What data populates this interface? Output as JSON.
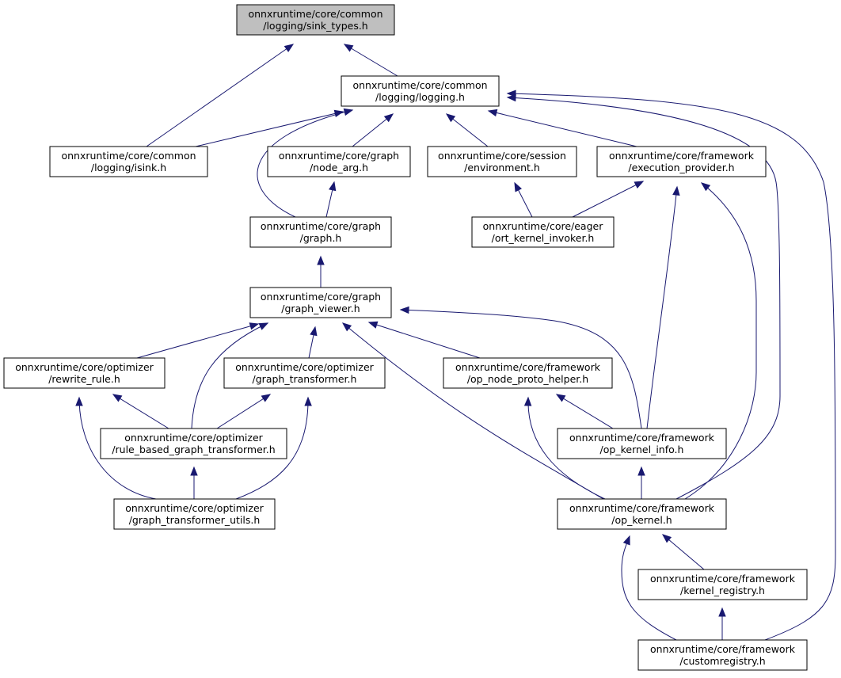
{
  "colors": {
    "edge": "#191970",
    "root_fill": "#bfbfbf",
    "node_fill": "#ffffff",
    "border": "#000000"
  },
  "nodes": [
    {
      "id": "sink_types",
      "root": true,
      "lines": [
        "onnxruntime/core/common",
        "/logging/sink_types.h"
      ]
    },
    {
      "id": "logging",
      "lines": [
        "onnxruntime/core/common",
        "/logging/logging.h"
      ]
    },
    {
      "id": "isink",
      "lines": [
        "onnxruntime/core/common",
        "/logging/isink.h"
      ]
    },
    {
      "id": "node_arg",
      "lines": [
        "onnxruntime/core/graph",
        "/node_arg.h"
      ]
    },
    {
      "id": "environment",
      "lines": [
        "onnxruntime/core/session",
        "/environment.h"
      ]
    },
    {
      "id": "execution_provider",
      "lines": [
        "onnxruntime/core/framework",
        "/execution_provider.h"
      ]
    },
    {
      "id": "graph",
      "lines": [
        "onnxruntime/core/graph",
        "/graph.h"
      ]
    },
    {
      "id": "ort_kernel_invoker",
      "lines": [
        "onnxruntime/core/eager",
        "/ort_kernel_invoker.h"
      ]
    },
    {
      "id": "graph_viewer",
      "lines": [
        "onnxruntime/core/graph",
        "/graph_viewer.h"
      ]
    },
    {
      "id": "rewrite_rule",
      "lines": [
        "onnxruntime/core/optimizer",
        "/rewrite_rule.h"
      ]
    },
    {
      "id": "graph_transformer",
      "lines": [
        "onnxruntime/core/optimizer",
        "/graph_transformer.h"
      ]
    },
    {
      "id": "op_node_proto_helper",
      "lines": [
        "onnxruntime/core/framework",
        "/op_node_proto_helper.h"
      ]
    },
    {
      "id": "rule_based_graph_transformer",
      "lines": [
        "onnxruntime/core/optimizer",
        "/rule_based_graph_transformer.h"
      ]
    },
    {
      "id": "op_kernel_info",
      "lines": [
        "onnxruntime/core/framework",
        "/op_kernel_info.h"
      ]
    },
    {
      "id": "graph_transformer_utils",
      "lines": [
        "onnxruntime/core/optimizer",
        "/graph_transformer_utils.h"
      ]
    },
    {
      "id": "op_kernel",
      "lines": [
        "onnxruntime/core/framework",
        "/op_kernel.h"
      ]
    },
    {
      "id": "kernel_registry",
      "lines": [
        "onnxruntime/core/framework",
        "/kernel_registry.h"
      ]
    },
    {
      "id": "customregistry",
      "lines": [
        "onnxruntime/core/framework",
        "/customregistry.h"
      ]
    }
  ],
  "edges": [
    {
      "from": "isink",
      "to": "sink_types"
    },
    {
      "from": "logging",
      "to": "sink_types"
    },
    {
      "from": "isink",
      "to": "logging"
    },
    {
      "from": "graph",
      "to": "logging"
    },
    {
      "from": "node_arg",
      "to": "logging"
    },
    {
      "from": "environment",
      "to": "logging"
    },
    {
      "from": "execution_provider",
      "to": "logging"
    },
    {
      "from": "op_kernel",
      "to": "logging"
    },
    {
      "from": "customregistry",
      "to": "logging"
    },
    {
      "from": "graph",
      "to": "node_arg"
    },
    {
      "from": "ort_kernel_invoker",
      "to": "environment"
    },
    {
      "from": "ort_kernel_invoker",
      "to": "execution_provider"
    },
    {
      "from": "op_kernel_info",
      "to": "execution_provider"
    },
    {
      "from": "op_kernel",
      "to": "execution_provider"
    },
    {
      "from": "graph_viewer",
      "to": "graph"
    },
    {
      "from": "rewrite_rule",
      "to": "graph_viewer"
    },
    {
      "from": "rule_based_graph_transformer",
      "to": "graph_viewer"
    },
    {
      "from": "graph_transformer",
      "to": "graph_viewer"
    },
    {
      "from": "op_kernel",
      "to": "graph_viewer"
    },
    {
      "from": "op_node_proto_helper",
      "to": "graph_viewer"
    },
    {
      "from": "op_kernel_info",
      "to": "graph_viewer"
    },
    {
      "from": "rule_based_graph_transformer",
      "to": "rewrite_rule"
    },
    {
      "from": "graph_transformer_utils",
      "to": "rewrite_rule"
    },
    {
      "from": "rule_based_graph_transformer",
      "to": "graph_transformer"
    },
    {
      "from": "graph_transformer_utils",
      "to": "graph_transformer"
    },
    {
      "from": "graph_transformer_utils",
      "to": "rule_based_graph_transformer"
    },
    {
      "from": "op_kernel_info",
      "to": "op_node_proto_helper"
    },
    {
      "from": "op_kernel",
      "to": "op_node_proto_helper"
    },
    {
      "from": "op_kernel",
      "to": "op_kernel_info"
    },
    {
      "from": "kernel_registry",
      "to": "op_kernel"
    },
    {
      "from": "customregistry",
      "to": "op_kernel"
    },
    {
      "from": "customregistry",
      "to": "kernel_registry"
    }
  ]
}
